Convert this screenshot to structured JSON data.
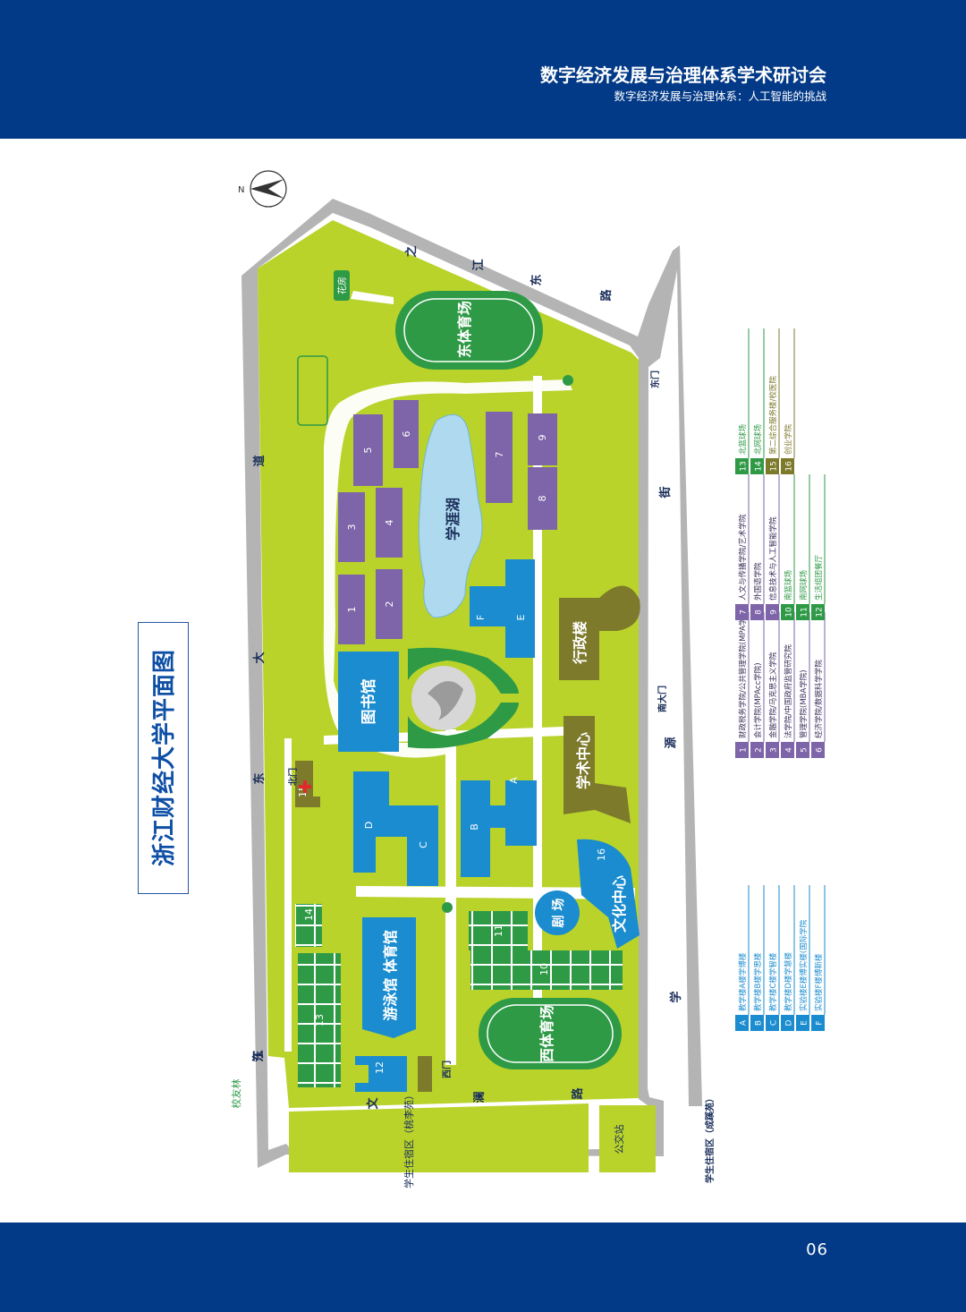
{
  "header": {
    "title": "数字经济发展与治理体系学术研讨会",
    "subtitle": "数字经济发展与治理体系：人工智能的挑战"
  },
  "page_number": "06",
  "map_title": "浙江财经大学平面图",
  "compass": {
    "label": "N"
  },
  "roads": {
    "north": [
      "之",
      "江",
      "东",
      "路"
    ],
    "west": [
      "东",
      "大",
      "道",
      "江",
      "东"
    ],
    "east": [
      "街",
      "源",
      "学"
    ],
    "south": [
      "文",
      "澜",
      "路"
    ]
  },
  "gates": {
    "north_gate": "北门",
    "east_gate": "东门",
    "south_main_gate": "南大门",
    "west_gate": "西门"
  },
  "places": {
    "flower_room": "花房",
    "alumni_forest": "校友林",
    "east_stadium": "东体育场",
    "west_stadium": "西体育场",
    "lake": "学涯湖",
    "library": "图书馆",
    "admin_building": "行政楼",
    "academic_center": "学术中心",
    "theater": "剧 场",
    "culture_center": "文化中心",
    "pool_gym": "游泳馆 体育馆",
    "dorm_yaolizhi": "学生住宿区（桃李苑）",
    "bus_station": "公交站",
    "dorm_chengrui": "学生住宿区（成蹊苑）"
  },
  "building_numbers": [
    "1",
    "2",
    "3",
    "4",
    "5",
    "6",
    "7",
    "8",
    "9",
    "10",
    "11",
    "12",
    "13",
    "14",
    "15",
    "16"
  ],
  "building_letters": [
    "A",
    "B",
    "C",
    "D",
    "E",
    "F"
  ],
  "legend": {
    "letters": [
      {
        "key": "A",
        "text": "教学楼A楼学博楼"
      },
      {
        "key": "B",
        "text": "教学楼B楼学思楼"
      },
      {
        "key": "C",
        "text": "教学楼C楼学智楼"
      },
      {
        "key": "D",
        "text": "教学楼D楼学慧楼"
      },
      {
        "key": "E",
        "text": "实验楼E楼博实楼(国际学院"
      },
      {
        "key": "F",
        "text": "实验楼F楼博新楼"
      }
    ],
    "group1": [
      {
        "key": "1",
        "text": "财政税务学院/公共管理学院(MPA学院)"
      },
      {
        "key": "2",
        "text": "会计学院(MPAcc学院)"
      },
      {
        "key": "3",
        "text": "金融学院/马克思主义学院"
      },
      {
        "key": "4",
        "text": "法学院/中国政府监管研究院"
      },
      {
        "key": "5",
        "text": "管理学院(MBA学院)"
      },
      {
        "key": "6",
        "text": "经济学院/数据科学学院"
      }
    ],
    "group2": [
      {
        "key": "7",
        "text": "人文与传播学院/艺术学院"
      },
      {
        "key": "8",
        "text": "外国语学院"
      },
      {
        "key": "9",
        "text": "信息技术与人工智能学院"
      },
      {
        "key": "10",
        "text": "南篮球场"
      },
      {
        "key": "11",
        "text": "南网球场"
      },
      {
        "key": "12",
        "text": "生活组团餐厅"
      }
    ],
    "group3": [
      {
        "key": "13",
        "text": "北篮球场"
      },
      {
        "key": "14",
        "text": "北网球场"
      },
      {
        "key": "15",
        "text": "第二综合服务楼/校医院"
      },
      {
        "key": "16",
        "text": "创业学院"
      }
    ]
  },
  "colors": {
    "header_blue": "#033a87",
    "grass": "#b9d32b",
    "light_green": "#8cc63f",
    "dark_green": "#2f9a46",
    "purple": "#7e64a8",
    "blue": "#1a8ccf",
    "olive": "#7d7a2c",
    "lake": "#aed9ee",
    "road_gray": "#b4b4b4"
  }
}
